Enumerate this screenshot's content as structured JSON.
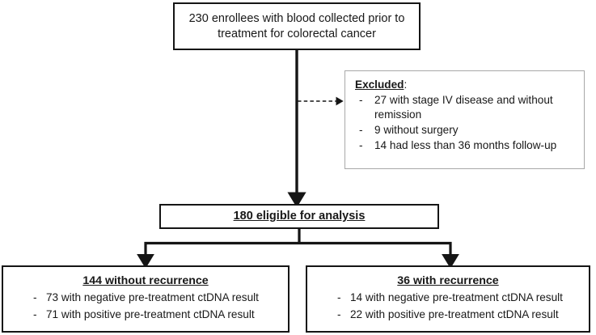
{
  "diagram": {
    "title": "CONSORT-style participant flow diagram",
    "colors": {
      "box_border": "#151515",
      "excluded_border": "#a8a8a8",
      "connector": "#151515",
      "text": "#181818",
      "background": "#ffffff"
    },
    "nodes": {
      "enrolled": {
        "id": "enrolled",
        "count": 230,
        "line1": "230 enrollees with blood collected prior to",
        "line2": "treatment for colorectal cancer"
      },
      "excluded": {
        "id": "excluded",
        "heading": "Excluded",
        "heading_suffix": ":",
        "bullet_marker": "-",
        "items": [
          "27 with stage IV disease and without remission",
          "9 without surgery",
          "14 had less than 36 months follow-up"
        ],
        "counts": [
          27,
          9,
          14
        ]
      },
      "eligible": {
        "id": "eligible",
        "count": 180,
        "label": "180 eligible for analysis"
      },
      "without_recurrence": {
        "id": "without-recurrence",
        "count": 144,
        "heading": "144 without recurrence",
        "bullet_marker": "-",
        "items": [
          "73 with negative pre-treatment ctDNA result",
          "71 with positive pre-treatment ctDNA result"
        ],
        "counts": [
          73,
          71
        ]
      },
      "with_recurrence": {
        "id": "with-recurrence",
        "count": 36,
        "heading": "36 with recurrence",
        "bullet_marker": "-",
        "items": [
          "14 with negative pre-treatment ctDNA result",
          "22 with positive pre-treatment ctDNA result"
        ],
        "counts": [
          14,
          22
        ]
      }
    },
    "connectors": [
      {
        "id": "enrolled-to-eligible",
        "style": "solid-arrow",
        "from": "enrolled",
        "to": "eligible"
      },
      {
        "id": "enrolled-to-excluded",
        "style": "dashed-arrow",
        "from": "enrolled",
        "to": "excluded"
      },
      {
        "id": "eligible-to-without-recurrence",
        "style": "solid-arrow",
        "from": "eligible",
        "to": "without_recurrence"
      },
      {
        "id": "eligible-to-with-recurrence",
        "style": "solid-arrow",
        "from": "eligible",
        "to": "with_recurrence"
      }
    ]
  }
}
